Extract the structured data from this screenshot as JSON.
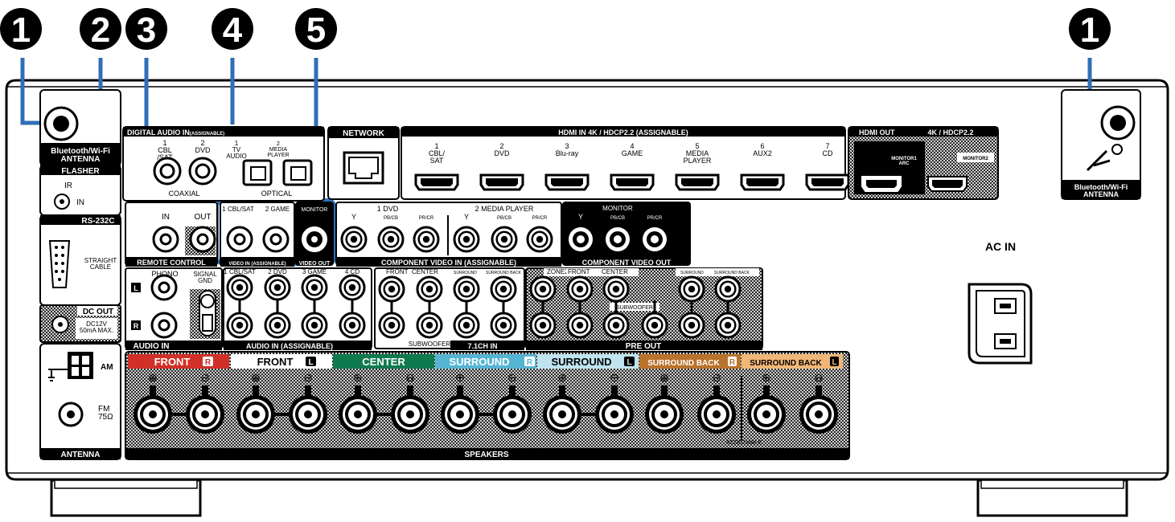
{
  "callouts": [
    "1",
    "2",
    "3",
    "4",
    "5",
    "1"
  ],
  "left_panel": {
    "bt_antenna": "Bluetooth/Wi-Fi\nANTENNA",
    "flasher": "FLASHER",
    "ir": "IR",
    "in": "IN",
    "rs232c": "RS-232C",
    "straight_cable": "STRAIGHT\nCABLE",
    "dc_out": "DC OUT",
    "dc_spec": "DC12V\n50mA MAX.",
    "am": "AM",
    "fm": "FM\n75Ω",
    "antenna": "ANTENNA"
  },
  "digital_audio": {
    "title": "DIGITAL AUDIO IN",
    "title_small": "(ASSIGNABLE)",
    "coax_1": "1\nCBL\n/SAT",
    "coax_2": "2\nDVD",
    "opt_1": "1\nTV\nAUDIO",
    "opt_2": "2\nMEDIA\nPLAYER",
    "coaxial": "COAXIAL",
    "optical": "OPTICAL"
  },
  "network": "NETWORK",
  "hdmi_in": {
    "title": "HDMI IN 4K / HDCP2.2 (ASSIGNABLE)",
    "ports": [
      "1\nCBL/\nSAT",
      "2\nDVD",
      "3\nBlu-ray",
      "4\nGAME",
      "5\nMEDIA\nPLAYER",
      "6\nAUX2",
      "7\nCD"
    ]
  },
  "hdmi_out": {
    "title": "HDMI OUT",
    "title2": "4K / HDCP2.2",
    "monitor1": "MONITOR1\nARC",
    "monitor2": "MONITOR2"
  },
  "remote_control": {
    "in": "IN",
    "out": "OUT",
    "title": "REMOTE CONTROL"
  },
  "video_in": {
    "cols": [
      "1 CBL/SAT",
      "2 GAME"
    ],
    "title": "VIDEO IN (ASSIGNABLE)"
  },
  "video_out": {
    "col": "MONITOR",
    "title": "VIDEO OUT"
  },
  "component_in": {
    "group1": "1 DVD",
    "group2": "2 MEDIA PLAYER",
    "cols": [
      "Y",
      "PB/CB",
      "PR/CR",
      "Y",
      "PB/CB",
      "PR/CR"
    ],
    "title": "COMPONENT VIDEO IN (ASSIGNABLE)"
  },
  "component_out": {
    "group": "MONITOR",
    "cols": [
      "Y",
      "PB/CB",
      "PR/CR"
    ],
    "title": "COMPONENT VIDEO OUT"
  },
  "audio_in_phono": {
    "phono": "PHONO",
    "signal_gnd": "SIGNAL\nGND",
    "l": "L",
    "r": "R",
    "title": "AUDIO IN"
  },
  "audio_in_assign": {
    "cols": [
      "1 CBL/SAT",
      "2 DVD",
      "3 GAME",
      "4 CD"
    ],
    "title": "AUDIO IN (ASSIGNABLE)"
  },
  "ch71_in": {
    "cols": [
      "FRONT",
      "CENTER",
      "SURROUND",
      "SURROUND BACK"
    ],
    "subwoofer": "SUBWOOFER",
    "title": "7.1CH IN"
  },
  "pre_out": {
    "cols": [
      "ZONE2",
      "FRONT",
      "CENTER",
      "SURROUND",
      "SURROUND BACK"
    ],
    "subwoofer": "SUBWOOFER",
    "title": "PRE OUT"
  },
  "speakers": {
    "groups": [
      {
        "label": "FRONT",
        "badge": "R",
        "color": "#d03028",
        "text_color": "#ffffff"
      },
      {
        "label": "FRONT",
        "badge": "L",
        "color": "#ffffff",
        "text_color": "#000000"
      },
      {
        "label": "CENTER",
        "badge": "",
        "color": "#0f7a4e",
        "text_color": "#ffffff"
      },
      {
        "label": "SURROUND",
        "badge": "R",
        "color": "#56b4d3",
        "text_color": "#ffffff"
      },
      {
        "label": "SURROUND",
        "badge": "L",
        "color": "#bfe3ef",
        "text_color": "#000000"
      },
      {
        "label": "SURROUND BACK",
        "badge": "R",
        "color": "#b9732c",
        "text_color": "#ffffff"
      },
      {
        "label": "SURROUND BACK",
        "badge": "L",
        "color": "#f0b677",
        "text_color": "#000000"
      }
    ],
    "plus": "⊕",
    "minus": "⊖",
    "assignable": "ASSIGNABLE",
    "title": "SPEAKERS"
  },
  "ac_in": "AC IN",
  "right_panel": {
    "bt_antenna": "Bluetooth/Wi-Fi\nANTENNA"
  },
  "colors": {
    "callout": "#000000",
    "leader": "#2f6fb7",
    "panel": "#000000",
    "highlight": "#2f6fb7"
  }
}
